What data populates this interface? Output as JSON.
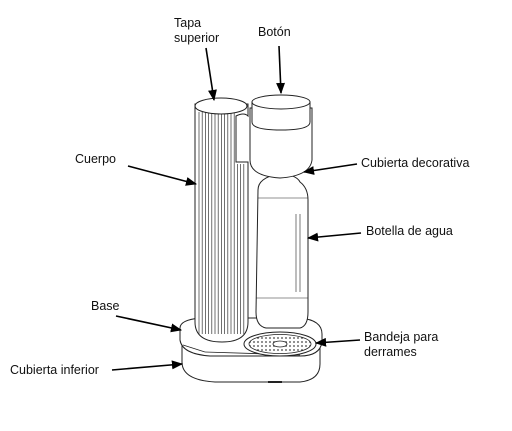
{
  "labels": {
    "tapa_superior": "Tapa\nsuperior",
    "boton": "Botón",
    "cuerpo": "Cuerpo",
    "cubierta_decorativa": "Cubierta decorativa",
    "botella_de_agua": "Botella de agua",
    "base": "Base",
    "bandeja": "Bandeja para\nderrames",
    "cubierta_inferior": "Cubierta inferior"
  }
}
